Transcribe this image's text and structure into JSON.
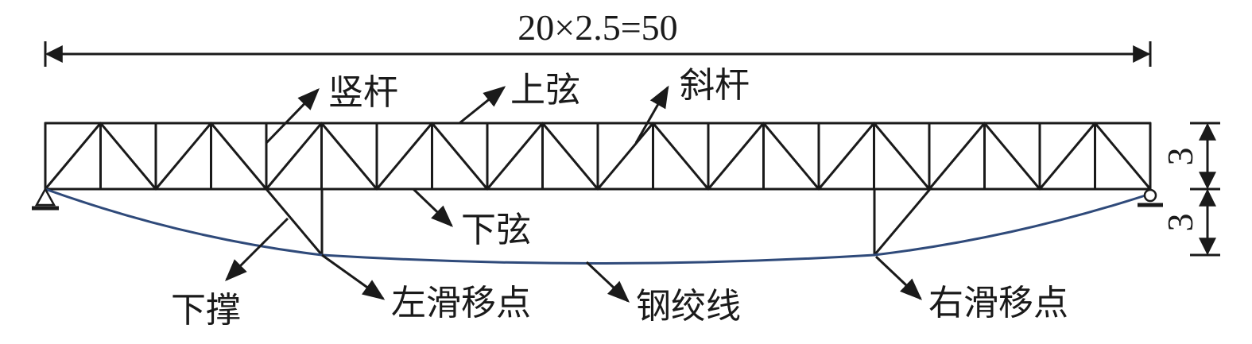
{
  "diagram": {
    "span_label": "20×2.5=50",
    "height_upper_label": "3",
    "height_lower_label": "3",
    "labels": {
      "vertical_member": "竖杆",
      "top_chord": "上弦",
      "diagonal_member": "斜杆",
      "bottom_chord": "下弦",
      "strut": "下撑",
      "left_slide_point": "左滑移点",
      "strand": "钢绞线",
      "right_slide_point": "右滑移点"
    },
    "colors": {
      "members": "#1a1a1a",
      "cable": "#2f4a7a"
    }
  }
}
